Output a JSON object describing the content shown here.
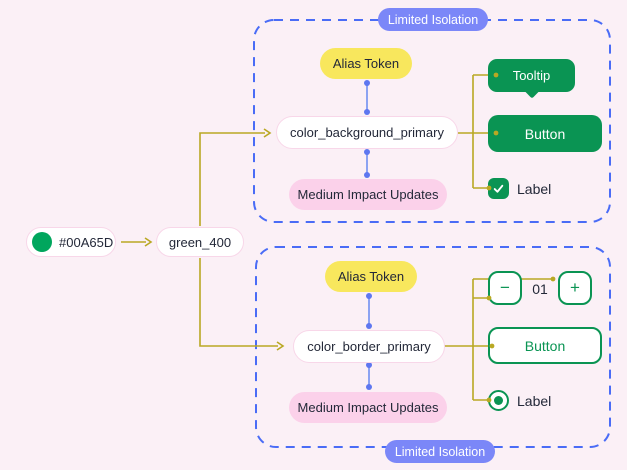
{
  "colors": {
    "background": "#FBF0F6",
    "node_border": "#F8D7E9",
    "node_fill": "#FFFFFF",
    "yellow_pill": "#F8E75D",
    "pink_pill": "#FBD1EA",
    "badge_fill": "#7B87F8",
    "badge_text": "#FFFFFF",
    "group_border": "#4A6CF6",
    "green_fill": "#0A9453",
    "swatch_green": "#00A65D",
    "connector_yellow": "#B9A823",
    "connector_blue": "#8CA3F2",
    "connector_blue_dot": "#5E77F0",
    "text_dark": "#232838"
  },
  "source": {
    "swatch_hex": "#00A65D",
    "primitive_token": "green_400"
  },
  "groups": [
    {
      "badge": "Limited Isolation",
      "alias": "Alias Token",
      "token": "color_background_primary",
      "impact": "Medium Impact Updates",
      "tooltip": "Tooltip",
      "button": "Button",
      "label": "Label"
    },
    {
      "badge": "Limited Isolation",
      "alias": "Alias Token",
      "token": "color_border_primary",
      "impact": "Medium Impact Updates",
      "stepper": {
        "minus": "−",
        "value": "01",
        "plus": "+"
      },
      "button": "Button",
      "label": "Label"
    }
  ]
}
